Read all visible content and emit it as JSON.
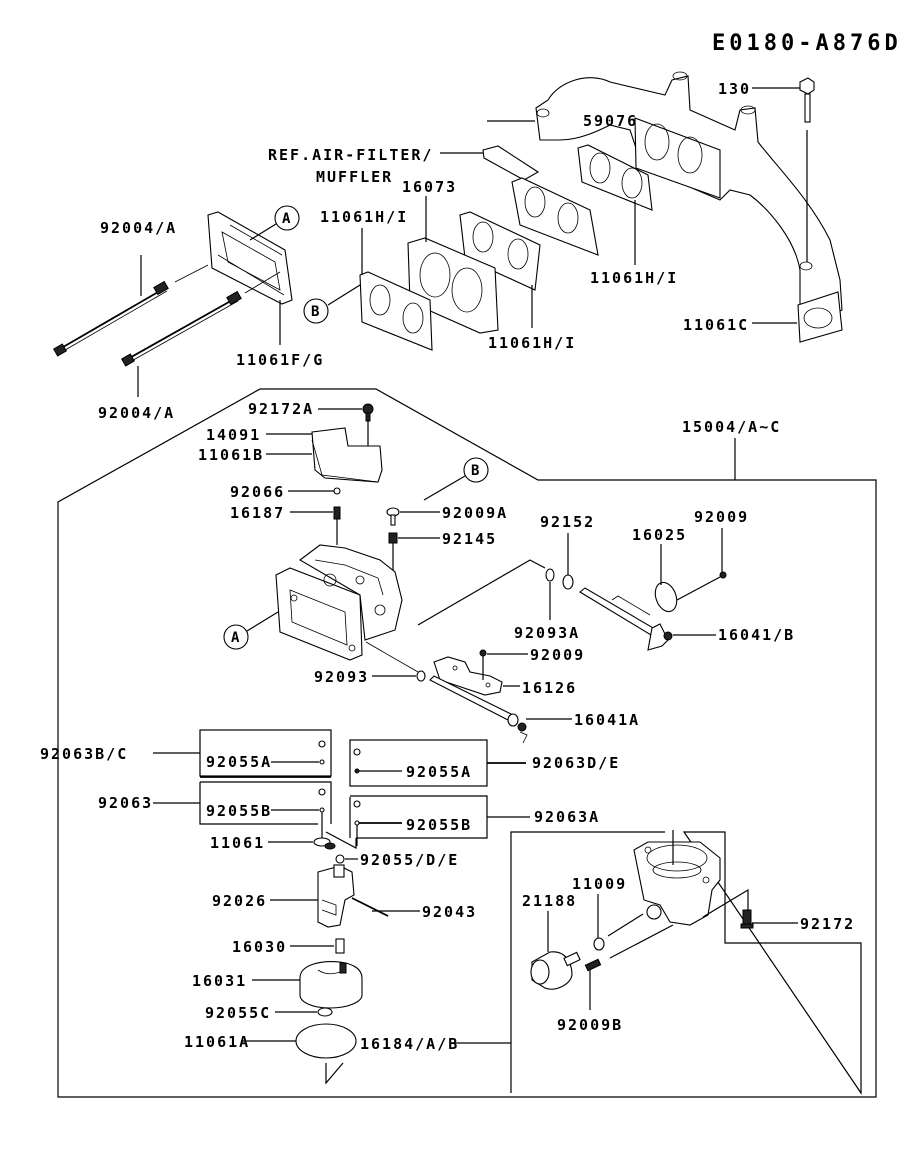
{
  "diagram": {
    "code": "E0180-A876D",
    "callouts": {
      "A": "A",
      "B": "B"
    },
    "labels": {
      "p130": "130",
      "p59076": "59076",
      "ref_air_filter_1": "REF.AIR-FILTER/",
      "ref_air_filter_2": "MUFFLER",
      "p16073": "16073",
      "p92004a_top": "92004/A",
      "p11061hi_left": "11061H/I",
      "p11061hi_mid": "11061H/I",
      "p11061hi_right": "11061H/I",
      "p11061c": "11061C",
      "p11061fg": "11061F/G",
      "p92004a_bottom": "92004/A",
      "p92172a": "92172A",
      "p14091": "14091",
      "p11061b": "11061B",
      "p15004": "15004/A~C",
      "p92066": "92066",
      "p16187": "16187",
      "p92009a": "92009A",
      "p92145": "92145",
      "p92152": "92152",
      "p16025": "16025",
      "p92009_top": "92009",
      "p92093a": "92093A",
      "p16041b": "16041/B",
      "p92093": "92093",
      "p92009_mid": "92009",
      "p16126": "16126",
      "p16041a": "16041A",
      "p92063bc": "92063B/C",
      "p92055a_left": "92055A",
      "p92055a_right": "92055A",
      "p92063de": "92063D/E",
      "p92063": "92063",
      "p92055b_left": "92055B",
      "p92055b_right": "92055B",
      "p92063a": "92063A",
      "p11061": "11061",
      "p92055de": "92055/D/E",
      "p92026": "92026",
      "p92043": "92043",
      "p16030": "16030",
      "p16031": "16031",
      "p92055c": "92055C",
      "p11061a": "11061A",
      "p16184": "16184/A/B",
      "p11009": "11009",
      "p21188": "21188",
      "p92172": "92172",
      "p92009b": "92009B"
    }
  }
}
